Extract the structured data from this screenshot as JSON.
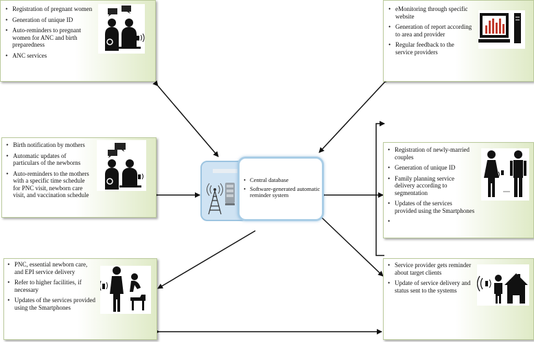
{
  "boxes": {
    "pregnancy": {
      "items": [
        "Registration of pregnant women",
        "Generation of unique ID",
        "Auto-reminders to pregnant women for ANC and birth preparedness",
        "ANC services"
      ]
    },
    "monitoring": {
      "items": [
        "eMonitoring through specific website",
        "Generation of report according to area and provider",
        "Regular feedback to the service providers"
      ]
    },
    "birth": {
      "items": [
        "Birth notification by mothers",
        "Automatic updates of particulars of the newborns",
        "Auto-reminders to the mothers with a specific time schedule for PNC visit, newborn care visit, and vaccination schedule"
      ]
    },
    "family_planning": {
      "items": [
        "Registration of newly-married couples",
        "Generation of unique ID",
        "Family planning service delivery according to segmentation",
        "Updates of the services provided using the Smartphones",
        ""
      ]
    },
    "pnc": {
      "items": [
        "PNC, essential newborn care, and EPI service delivery",
        "Refer to higher facilities, if necessary",
        "Updates of the services provided using the Smartphones"
      ]
    },
    "provider": {
      "items": [
        "Service provider gets reminder about target clients",
        "Update of service delivery and status sent to the systems"
      ]
    }
  },
  "central": {
    "items": [
      "Central database",
      "Software-generated automatic reminder system"
    ]
  },
  "colors": {
    "box_border": "#b9c99a",
    "box_gradient_end": "#dfeac6",
    "central_border": "#a9cde6",
    "arrow": "#111111"
  },
  "icons": [
    "pregnant-woman-with-provider-icon",
    "computer-report-icon",
    "mother-with-provider-icon",
    "couple-with-phone-icon",
    "provider-with-baby-icon",
    "signal-person-house-icon",
    "tower-and-server-icon"
  ]
}
